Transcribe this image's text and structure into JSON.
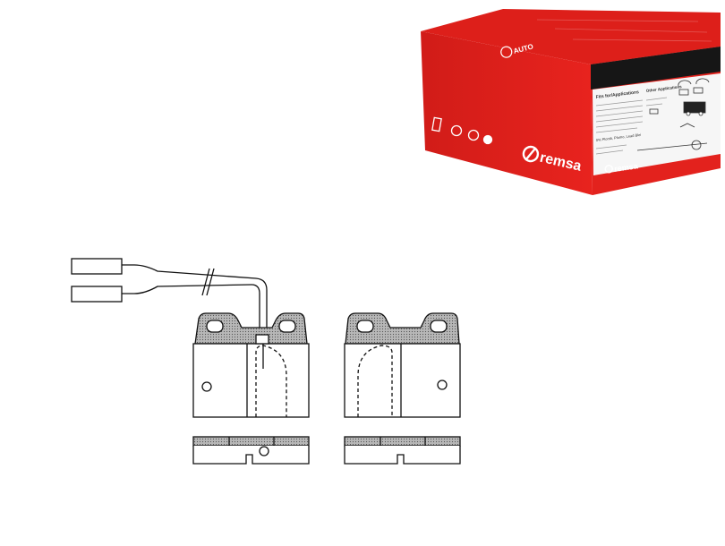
{
  "product_box": {
    "brand_front": "remsa",
    "brand_side": "remsa",
    "panel_heading_left": "Fits for/Applications",
    "panel_heading_right": "Other Applications",
    "panel_label_bottom": "0% Plomb, Plomo, Lead Blei",
    "stamp_text": "AUTO",
    "colors": {
      "box_red": "#e3221d",
      "box_dark_red": "#b31612",
      "stripe_black": "#161616",
      "label_white": "#f6f6f6"
    }
  },
  "drawing": {
    "stroke_color": "#111111",
    "friction_fill_color": "#9a9a9a"
  }
}
